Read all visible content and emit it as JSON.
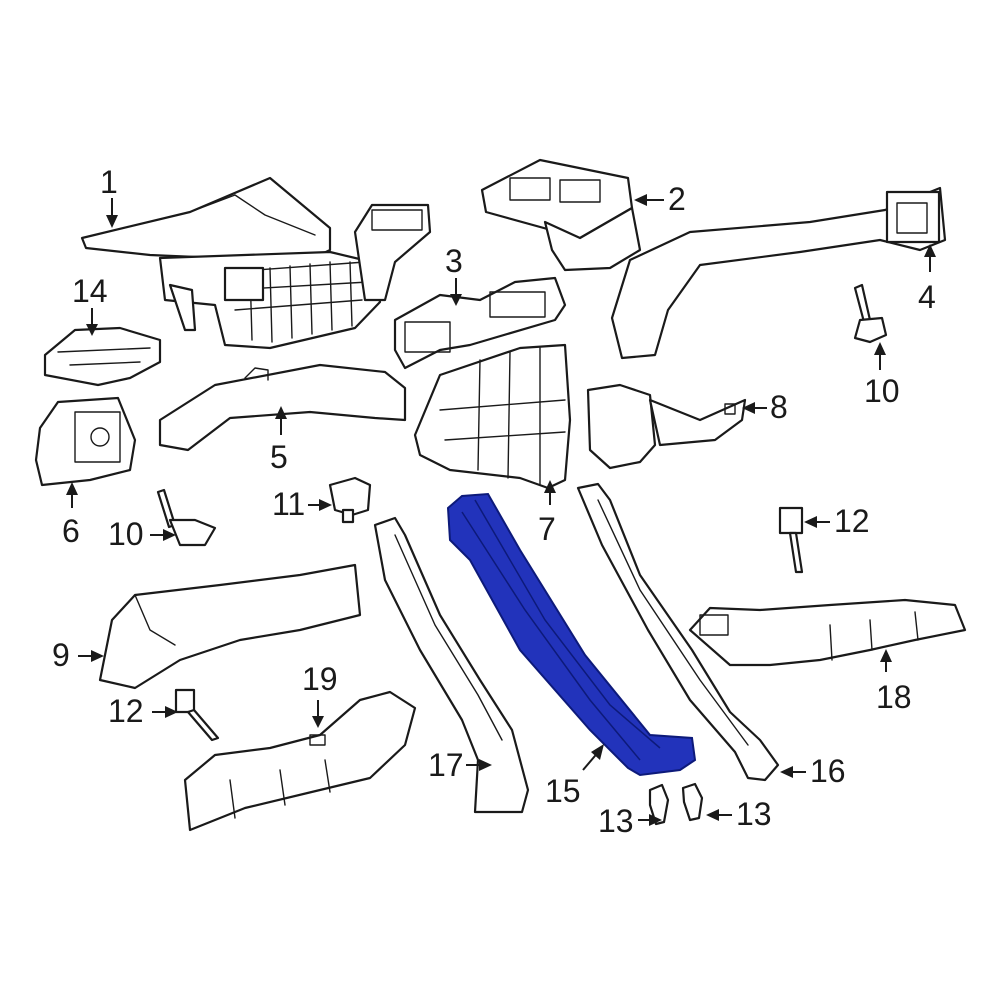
{
  "colors": {
    "highlight": "#2233bb",
    "highlight_stroke": "#0d1a7a",
    "line": "#1a1a1a"
  },
  "callouts": {
    "c1": "1",
    "c2": "2",
    "c3": "3",
    "c4": "4",
    "c5": "5",
    "c6": "6",
    "c7": "7",
    "c8": "8",
    "c9": "9",
    "c10a": "10",
    "c10b": "10",
    "c11": "11",
    "c12a": "12",
    "c12b": "12",
    "c13a": "13",
    "c13b": "13",
    "c14": "14",
    "c15": "15",
    "c16": "16",
    "c17": "17",
    "c18": "18",
    "c19": "19"
  }
}
